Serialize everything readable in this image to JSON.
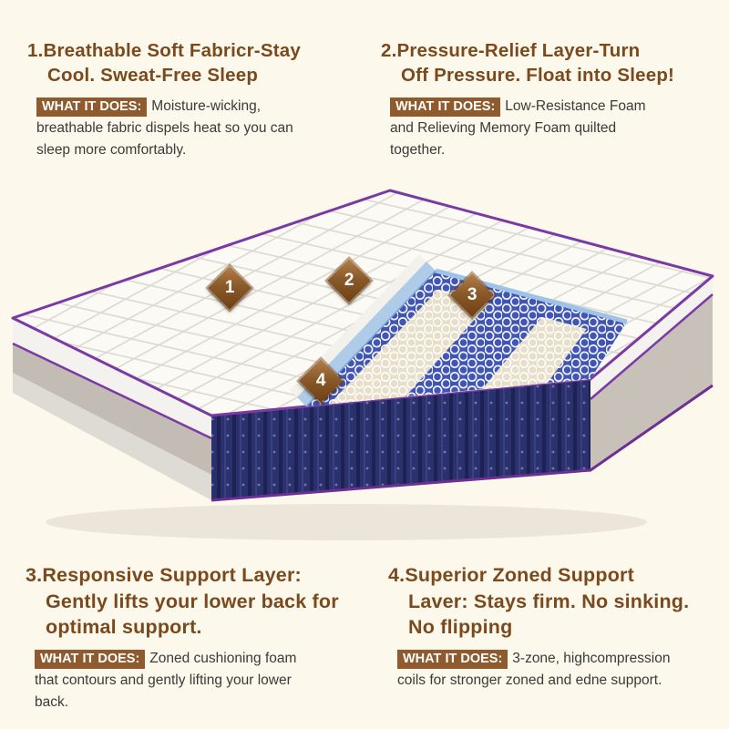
{
  "features": [
    {
      "title": "1.Breathable Soft Fabricr-Stay\nCool. Sweat-Free Sleep",
      "badge": "WHAT IT DOES:",
      "body": "Moisture-wicking, breathable fabric dispels heat so you can sleep more comfortably."
    },
    {
      "title": "2.Pressure-Relief Layer-Turn\nOff Pressure. Float into Sleep!",
      "badge": "WHAT IT DOES:",
      "body": "Low-Resistance Foam and Relieving Memory Foam quilted together."
    },
    {
      "title": "3.Responsive Support Layer:\nGently lifts your lower back for\noptimal support.",
      "badge": "WHAT IT DOES:",
      "body": "Zoned cushioning foam that contours and gently lifting your lower back."
    },
    {
      "title": "4.Superior Zoned Support\nLaver: Stays firm. No sinking.\nNo flipping",
      "badge": "WHAT IT DOES:",
      "body": "3-zone, highcompression coils for stronger zoned and edne support."
    }
  ],
  "markers": [
    "1",
    "2",
    "3",
    "4"
  ],
  "colors": {
    "background": "#fdf8ec",
    "title_brown": "#7a4a1e",
    "badge_bg": "#8e5a2e",
    "badge_text": "#ffffff",
    "body_text": "#3a3a3a",
    "marker_brown": "#8a5a2a",
    "piping_purple": "#7b3aa3",
    "foam_blue": "#aecbe8",
    "coil_zone_blue": "#4155b4",
    "pocket_navy": "#2b316e",
    "side_gray": "#c7c1ba"
  }
}
